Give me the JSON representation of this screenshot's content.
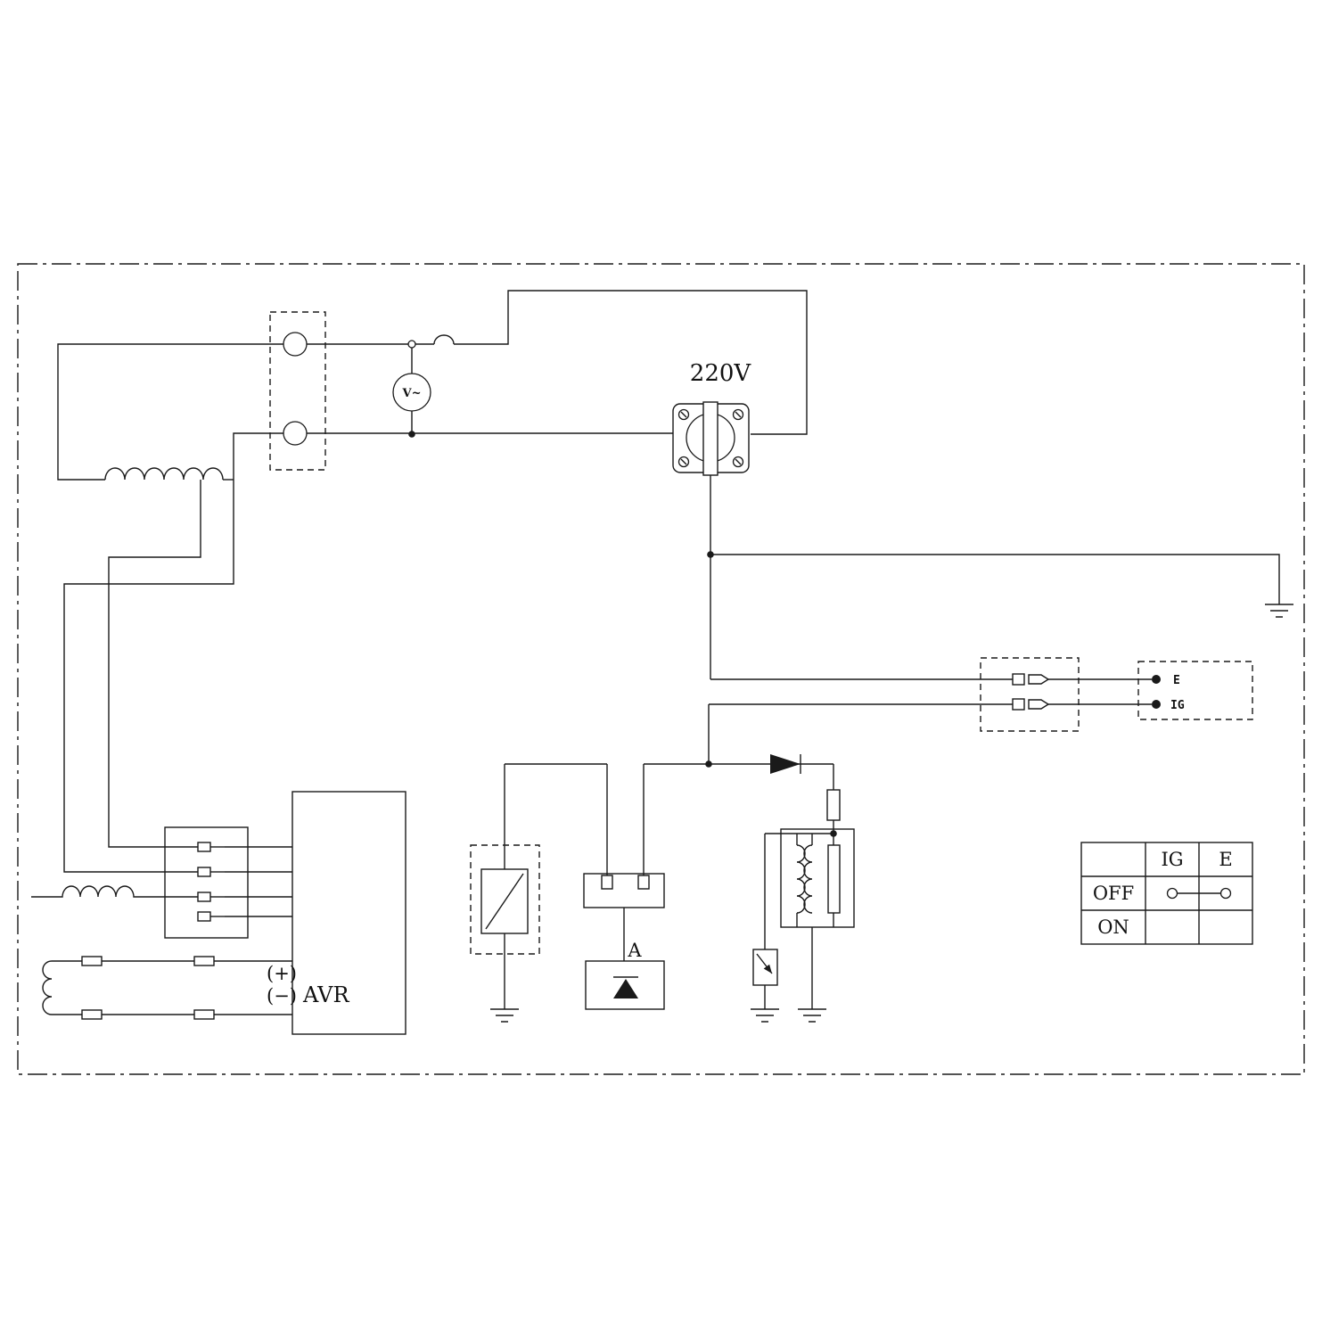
{
  "schematic": {
    "outlet_label": "220V",
    "voltmeter_label": "V~",
    "avr_label": "AVR",
    "avr_plus": "(+)",
    "avr_minus": "(−)",
    "rectifier_label": "A",
    "stop_switch": {
      "e_label": "E",
      "ig_label": "IG"
    },
    "key_table": {
      "header_ig": "IG",
      "header_e": "E",
      "row_off_label": "OFF",
      "row_on_label": "ON"
    },
    "colors": {
      "line": "#1a1a1a",
      "background": "#ffffff"
    }
  }
}
